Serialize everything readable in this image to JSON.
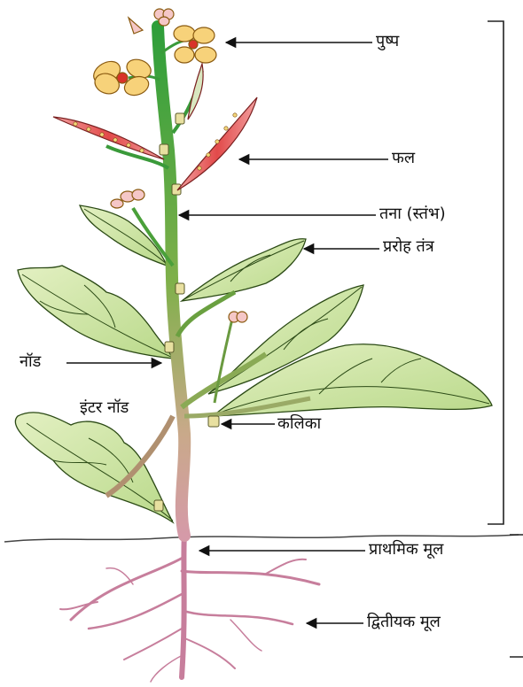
{
  "labels": {
    "flower": "पुष्प",
    "fruit": "फल",
    "stem": "तना (स्तंभ)",
    "shoot_system": "प्ररोह तंत्र",
    "node": "नॉड",
    "internode": "इंटर नॉड",
    "bud": "कलिका",
    "primary_root": "प्राथमिक मूल",
    "secondary_root": "द्वितीयक मूल"
  },
  "colors": {
    "stem_top": "#2e9e3a",
    "stem_bottom": "#c9a98a",
    "leaf": "#cfe6a6",
    "leaf_vein": "#3b5a1a",
    "petal": "#f7d27a",
    "flower_center": "#d8322a",
    "fruit": "#e8504f",
    "root": "#c97a9a",
    "line": "#1a1a1a"
  }
}
